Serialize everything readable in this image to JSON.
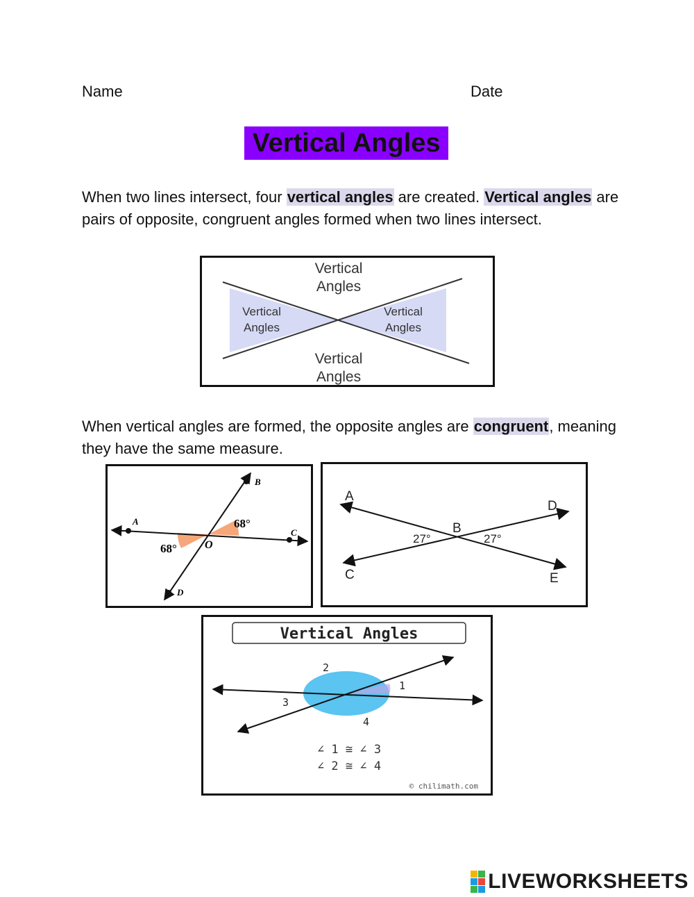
{
  "header": {
    "name_label": "Name",
    "date_label": "Date"
  },
  "title": "Vertical Angles",
  "intro": {
    "part1": "When two lines intersect, four ",
    "hl1": "vertical angles",
    "part2": " are created. ",
    "hl2": "Vertical angles",
    "part3": " are pairs of opposite, congruent angles formed when two lines intersect."
  },
  "diagram1": {
    "top_label": [
      "Vertical",
      "Angles"
    ],
    "left_label": [
      "Vertical",
      "Angles"
    ],
    "right_label": [
      "Vertical",
      "Angles"
    ],
    "bottom_label": [
      "Vertical",
      "Angles"
    ],
    "fill_color": "#d7daf5"
  },
  "congruent_text": {
    "part1": "When vertical angles are formed, the opposite angles are ",
    "hl": "congruent",
    "part2": ", meaning they have the same measure."
  },
  "diagram2": {
    "points": [
      "A",
      "B",
      "C",
      "D",
      "O"
    ],
    "angle_top": "68°",
    "angle_bottom": "68°",
    "arc_color": "#f5a77a"
  },
  "diagram3": {
    "points": [
      "A",
      "D",
      "B",
      "C",
      "E"
    ],
    "angle_left": "27°",
    "angle_right": "27°"
  },
  "diagram4": {
    "heading": "Vertical Angles",
    "labels": [
      "2",
      "1",
      "3",
      "4"
    ],
    "eq1": "∠ 1 ≅ ∠ 3",
    "eq2": "∠ 2 ≅ ∠ 4",
    "credit": "© chilimath.com",
    "circle_color": "#5bc4f0"
  },
  "footer": {
    "brand": "LIVEWORKSHEETS"
  }
}
